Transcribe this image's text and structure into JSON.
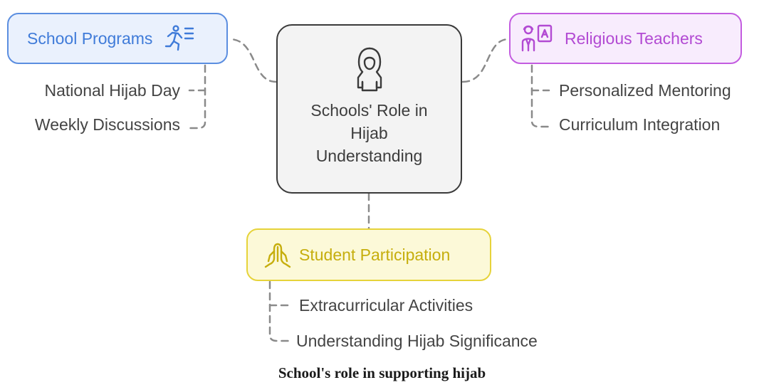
{
  "center": {
    "title": "Schools' Role in Hijab Understanding",
    "icon": "hijab-woman-icon"
  },
  "branches": {
    "school_programs": {
      "label": "School Programs",
      "icon": "running-person-list-icon",
      "color": "#5b8ee0",
      "items": [
        "National Hijab Day",
        "Weekly Discussions"
      ]
    },
    "religious_teachers": {
      "label": "Religious Teachers",
      "icon": "teacher-board-icon",
      "color": "#c35ce0",
      "items": [
        "Personalized Mentoring",
        "Curriculum Integration"
      ]
    },
    "student_participation": {
      "label": "Student Participation",
      "icon": "praying-hands-icon",
      "color": "#e6d33a",
      "items": [
        "Extracurricular Activities",
        "Understanding Hijab Significance"
      ]
    }
  },
  "caption": "School's role in supporting hijab"
}
